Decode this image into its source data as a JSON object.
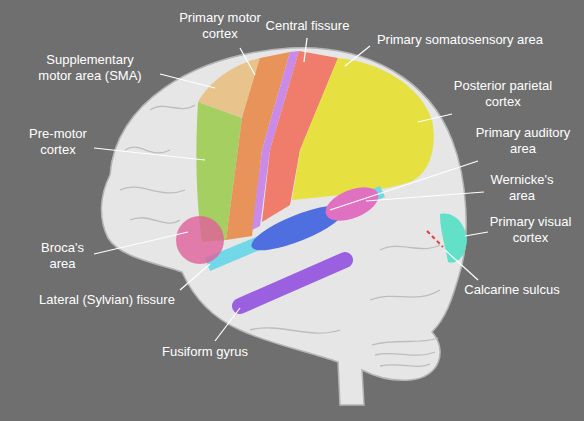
{
  "diagram": {
    "labels": [
      "Primary motor cortex",
      "Central fissure",
      "Primary somatosensory area",
      "Supplementary motor area (SMA)",
      "Posterior parietal cortex",
      "Pre-motor cortex",
      "Primary auditory area",
      "Wernicke's area",
      "Broca's area",
      "Primary visual cortex",
      "Calcarine sulcus",
      "Lateral (Sylvian) fissure",
      "Fusiform gyrus"
    ]
  }
}
